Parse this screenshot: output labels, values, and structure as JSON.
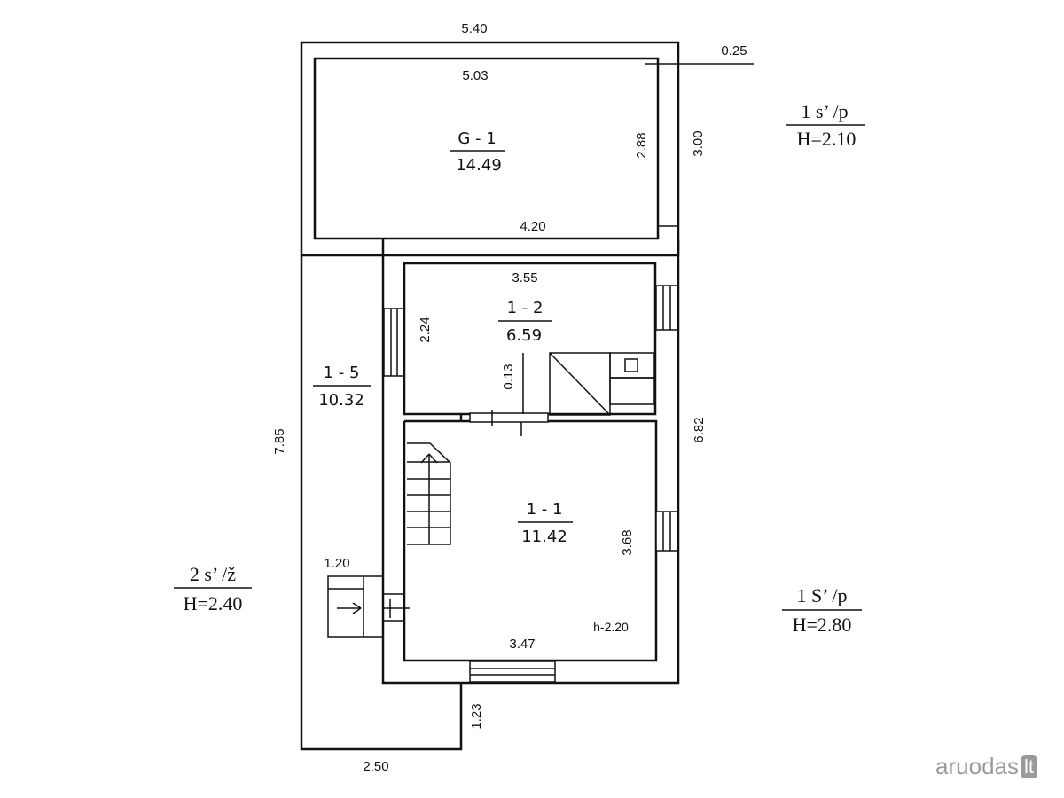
{
  "dimensions": {
    "top_width": "5.40",
    "wall_thickness": "0.25",
    "garage_inner_width": "5.03",
    "garage_inner_height": "2.88",
    "garage_outer_height": "3.00",
    "garage_bottom_width": "4.20",
    "room12_width": "3.55",
    "room12_height": "2.24",
    "room12_gap": "0.13",
    "left_length": "7.85",
    "right_length": "6.82",
    "room11_height": "3.68",
    "stair_width": "1.20",
    "room11_width": "3.47",
    "terrace_offset": "1.23",
    "bottom_width": "2.50"
  },
  "rooms": {
    "garage": {
      "id": "G - 1",
      "area": "14.49"
    },
    "room12": {
      "id": "1 - 2",
      "area": "6.59"
    },
    "room15": {
      "id": "1 - 5",
      "area": "10.32"
    },
    "room11": {
      "id": "1 - 1",
      "area": "11.42",
      "height_note": "h-2.20"
    }
  },
  "floor_labels": {
    "upper_right": {
      "type": "1  s’ /p",
      "height": "H=2.10"
    },
    "left": {
      "type": "2  s’ /ž",
      "height": "H=2.40"
    },
    "lower_right": {
      "type": "1  S’ /p",
      "height": "H=2.80"
    }
  },
  "watermark": {
    "name": "aruodas",
    "tld": "lt"
  }
}
